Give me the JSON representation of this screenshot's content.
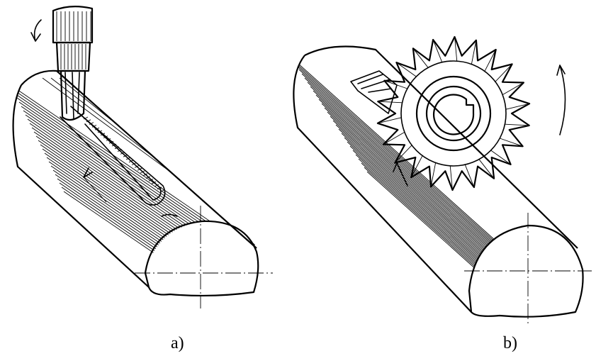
{
  "figure": {
    "panels": [
      {
        "id": "a",
        "caption": "a)"
      },
      {
        "id": "b",
        "caption": "b)"
      }
    ]
  }
}
